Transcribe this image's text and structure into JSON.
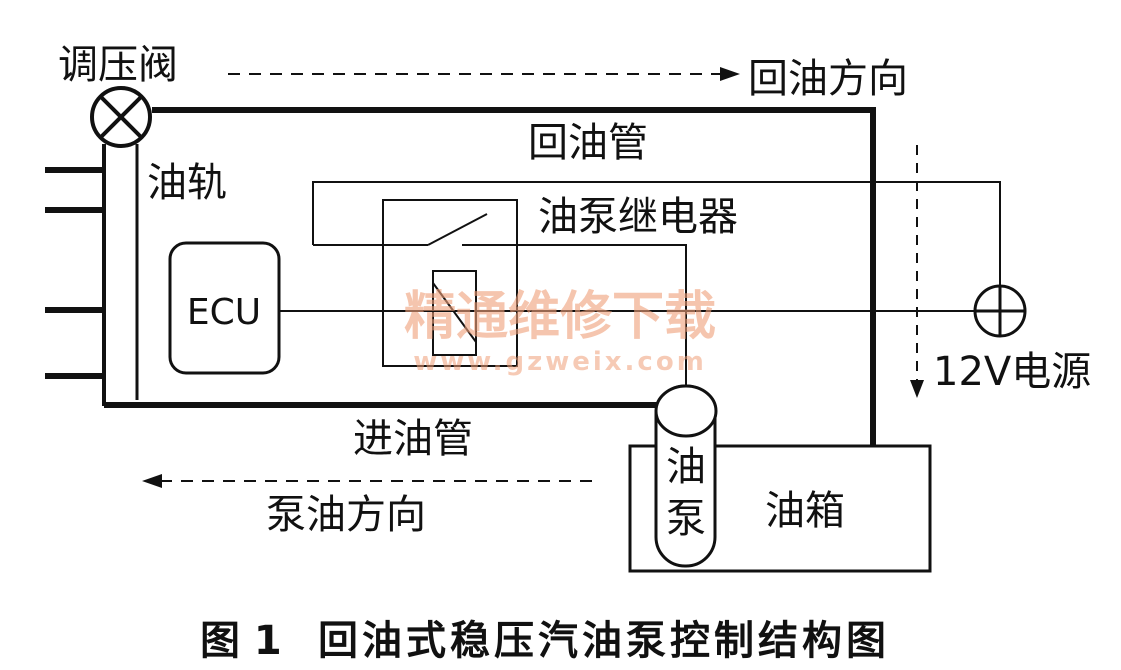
{
  "labels": {
    "regulator_valve": "调压阀",
    "return_direction": "回油方向",
    "return_pipe": "回油管",
    "fuel_rail": "油轨",
    "pump_relay": "油泵继电器",
    "ecu": "ECU",
    "power_supply": "12V电源",
    "inlet_pipe": "进油管",
    "pump_char1": "油",
    "pump_char2": "泵",
    "tank": "油箱",
    "pump_direction": "泵油方向"
  },
  "watermark": {
    "text": "精通维修下载",
    "url": "www.gzweix.com"
  },
  "caption": {
    "number": "图 1",
    "title": "回油式稳压汽油泵控制结构图"
  },
  "colors": {
    "line": "#111111",
    "watermark": "#f0a07a"
  }
}
